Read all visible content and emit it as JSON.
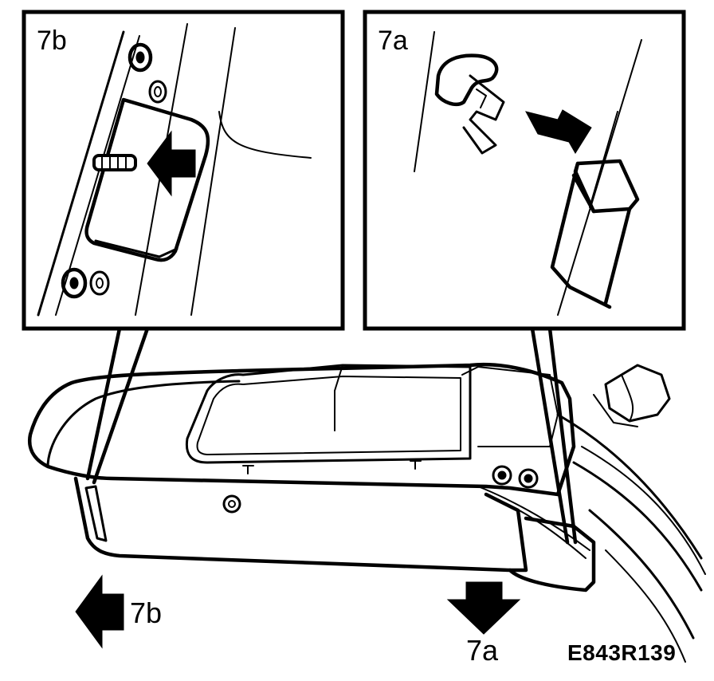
{
  "figure": {
    "code": "E843R139",
    "insets": {
      "left": {
        "label": "7b"
      },
      "right": {
        "label": "7a"
      }
    },
    "directions": {
      "left_arrow_label": "7b",
      "down_arrow_label": "7a"
    },
    "icons": [
      "left-arrow-icon",
      "down-arrow-icon",
      "push-arrow-icon"
    ],
    "colors": {
      "ink": "#000000",
      "paper": "#ffffff"
    }
  }
}
